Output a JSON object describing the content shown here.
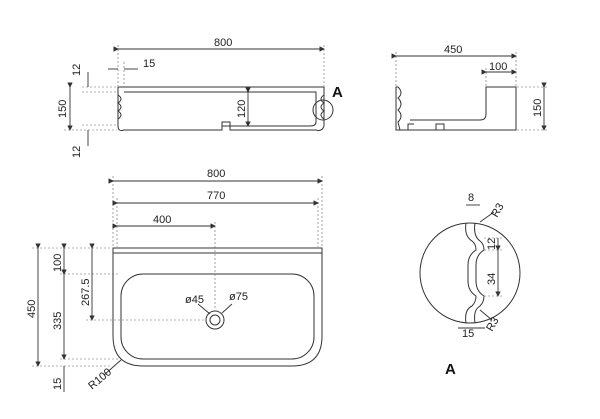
{
  "side_view": {
    "width": "800",
    "wall": "15",
    "height": "150",
    "top_offset": "12",
    "bottom_offset": "12",
    "inner_depth": "120",
    "detail_label": "A"
  },
  "end_view": {
    "depth": "450",
    "ledge": "100",
    "height": "150"
  },
  "plan_view": {
    "width": "800",
    "inner_width": "770",
    "drain_offset": "400",
    "depth": "450",
    "back_ledge": "100",
    "front_to_drain": "267.5",
    "basin_depth": "335",
    "front_lip": "15",
    "corner_radius": "R100",
    "drain_small": "ø45",
    "drain_large": "ø75"
  },
  "detail": {
    "top_width": "8",
    "top_radius": "R3",
    "upper_step": "12",
    "bead_height": "34",
    "bottom_radius": "R3",
    "bottom_width": "15",
    "label": "A"
  }
}
